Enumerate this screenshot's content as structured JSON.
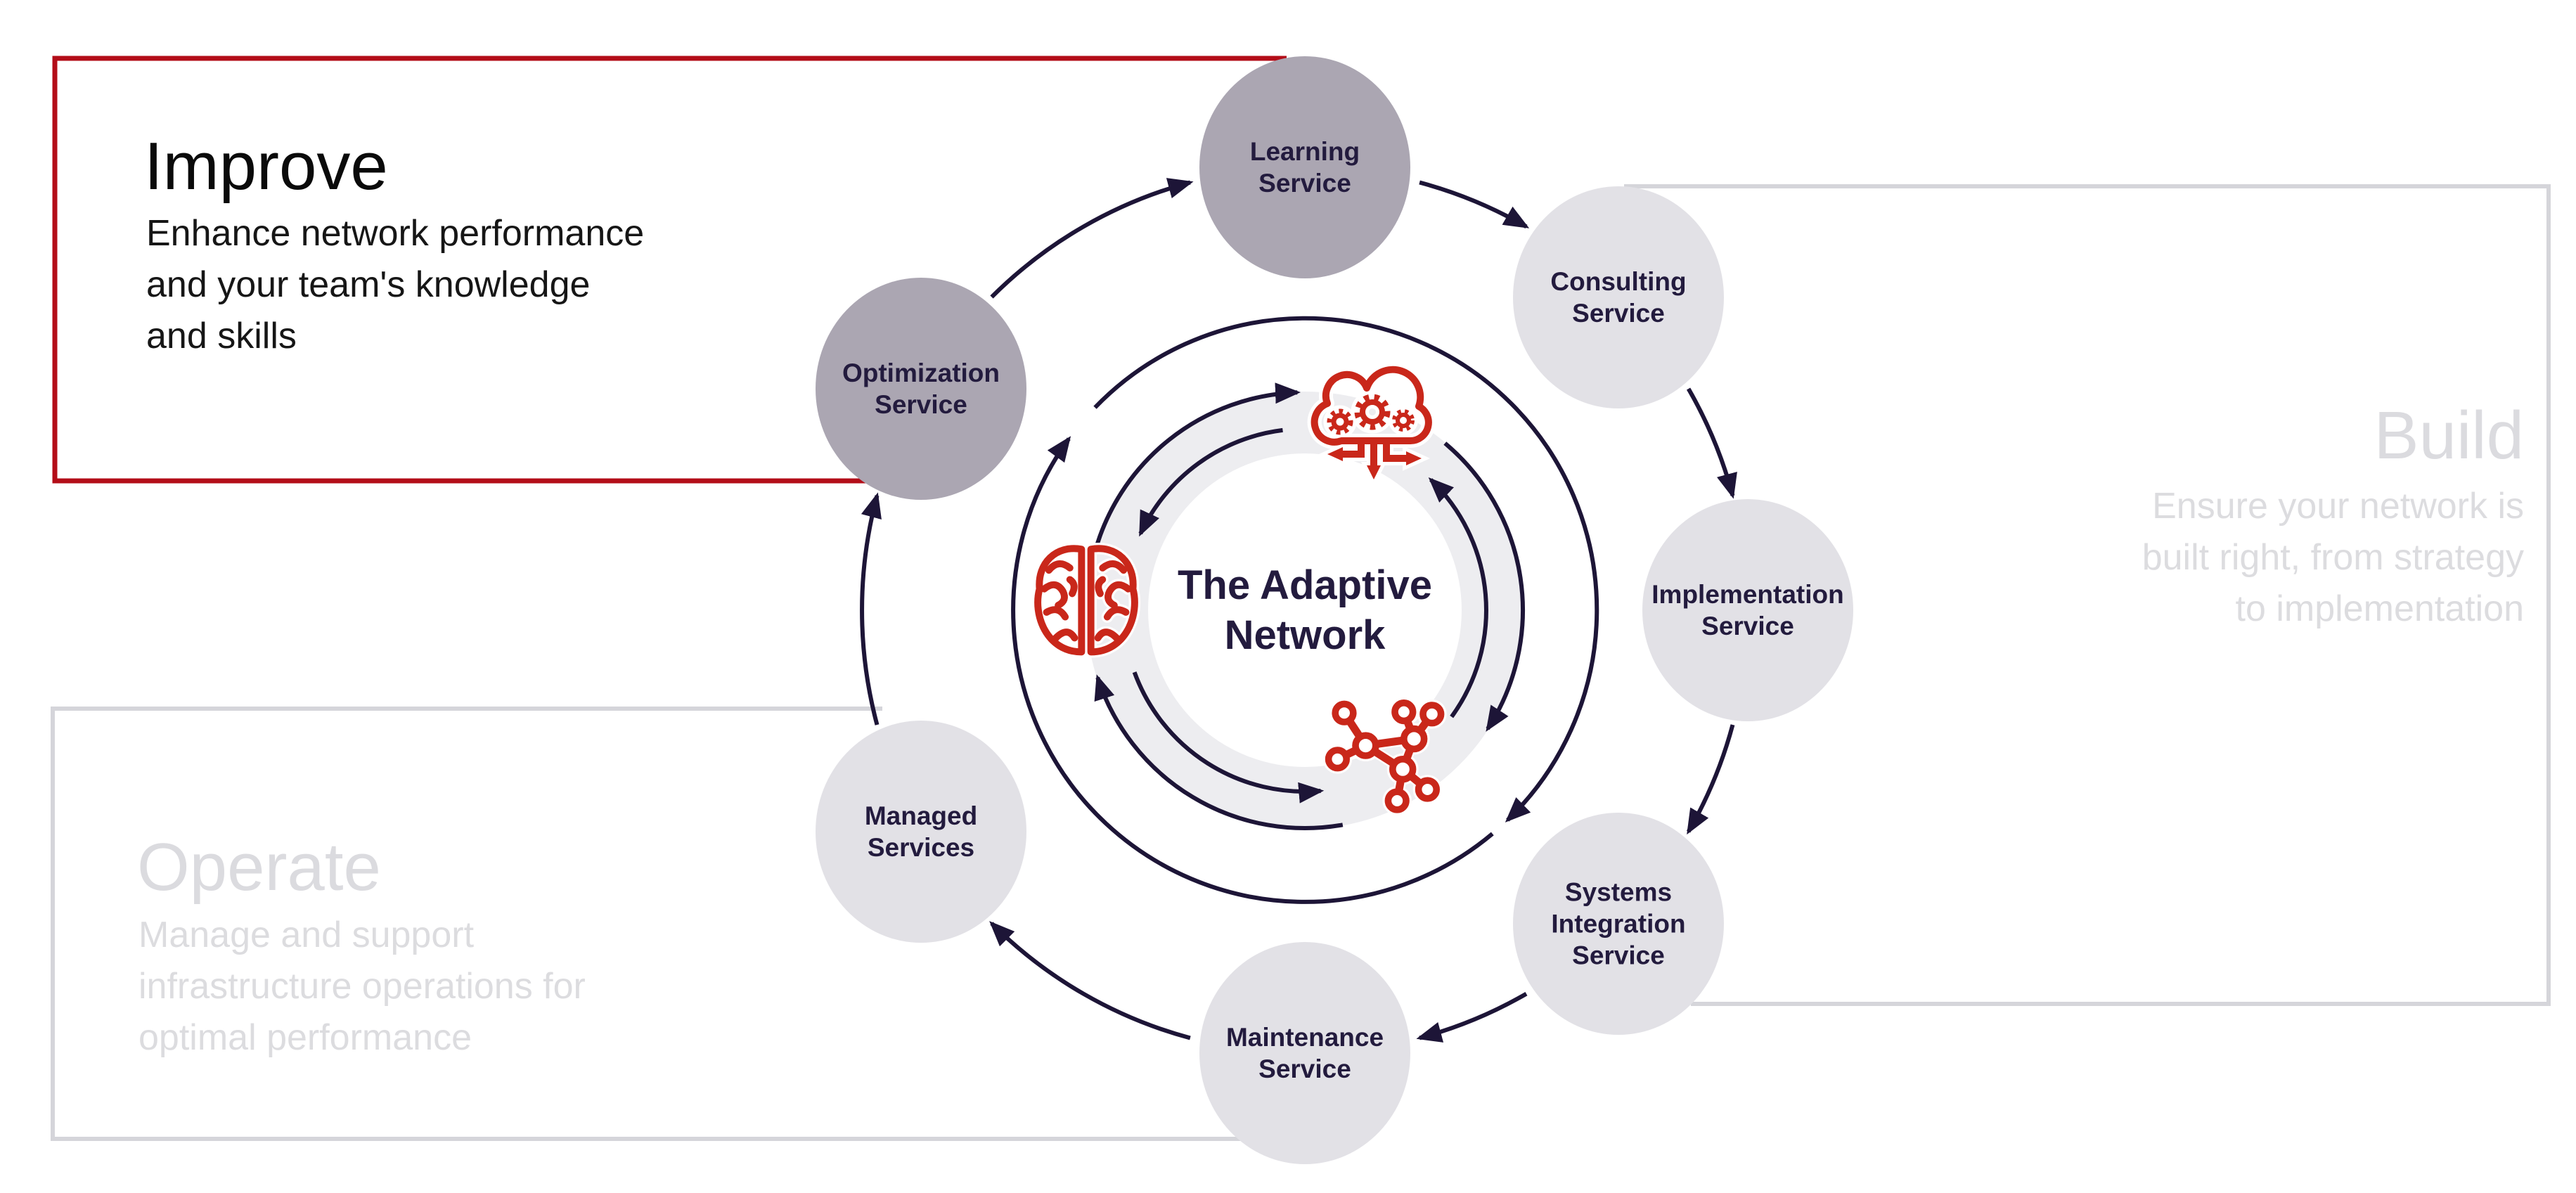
{
  "sections": {
    "improve": {
      "title": "Improve",
      "description": "Enhance network performance\nand your team's knowledge\nand skills",
      "state": "active"
    },
    "build": {
      "title": "Build",
      "description": "Ensure your network is\nbuilt right, from strategy\nto implementation",
      "state": "inactive"
    },
    "operate": {
      "title": "Operate",
      "description": "Manage and support\ninfrastructure operations for\noptimal performance",
      "state": "inactive"
    }
  },
  "center": {
    "title": "The Adaptive\nNetwork"
  },
  "services": [
    {
      "label": "Learning\nService",
      "emphasized": true
    },
    {
      "label": "Consulting\nService",
      "emphasized": false
    },
    {
      "label": "Implementation\nService",
      "emphasized": false
    },
    {
      "label": "Systems\nIntegration\nService",
      "emphasized": false
    },
    {
      "label": "Maintenance\nService",
      "emphasized": false
    },
    {
      "label": "Managed\nServices",
      "emphasized": false
    },
    {
      "label": "Optimization\nService",
      "emphasized": true
    }
  ],
  "icons": [
    {
      "name": "cloud-automation-icon"
    },
    {
      "name": "brain-icon"
    },
    {
      "name": "network-nodes-icon"
    }
  ],
  "colors": {
    "brand_red": "#b30d18",
    "icon_red": "#c9271a",
    "navy": "#1d1537",
    "label_navy": "#231b3e",
    "circle_light": "#e2e1e6",
    "circle_dark": "#aba6b2",
    "band_gray": "#ededf0",
    "inactive_text": "#dcdcdf",
    "inactive_border": "#d5d5da"
  }
}
